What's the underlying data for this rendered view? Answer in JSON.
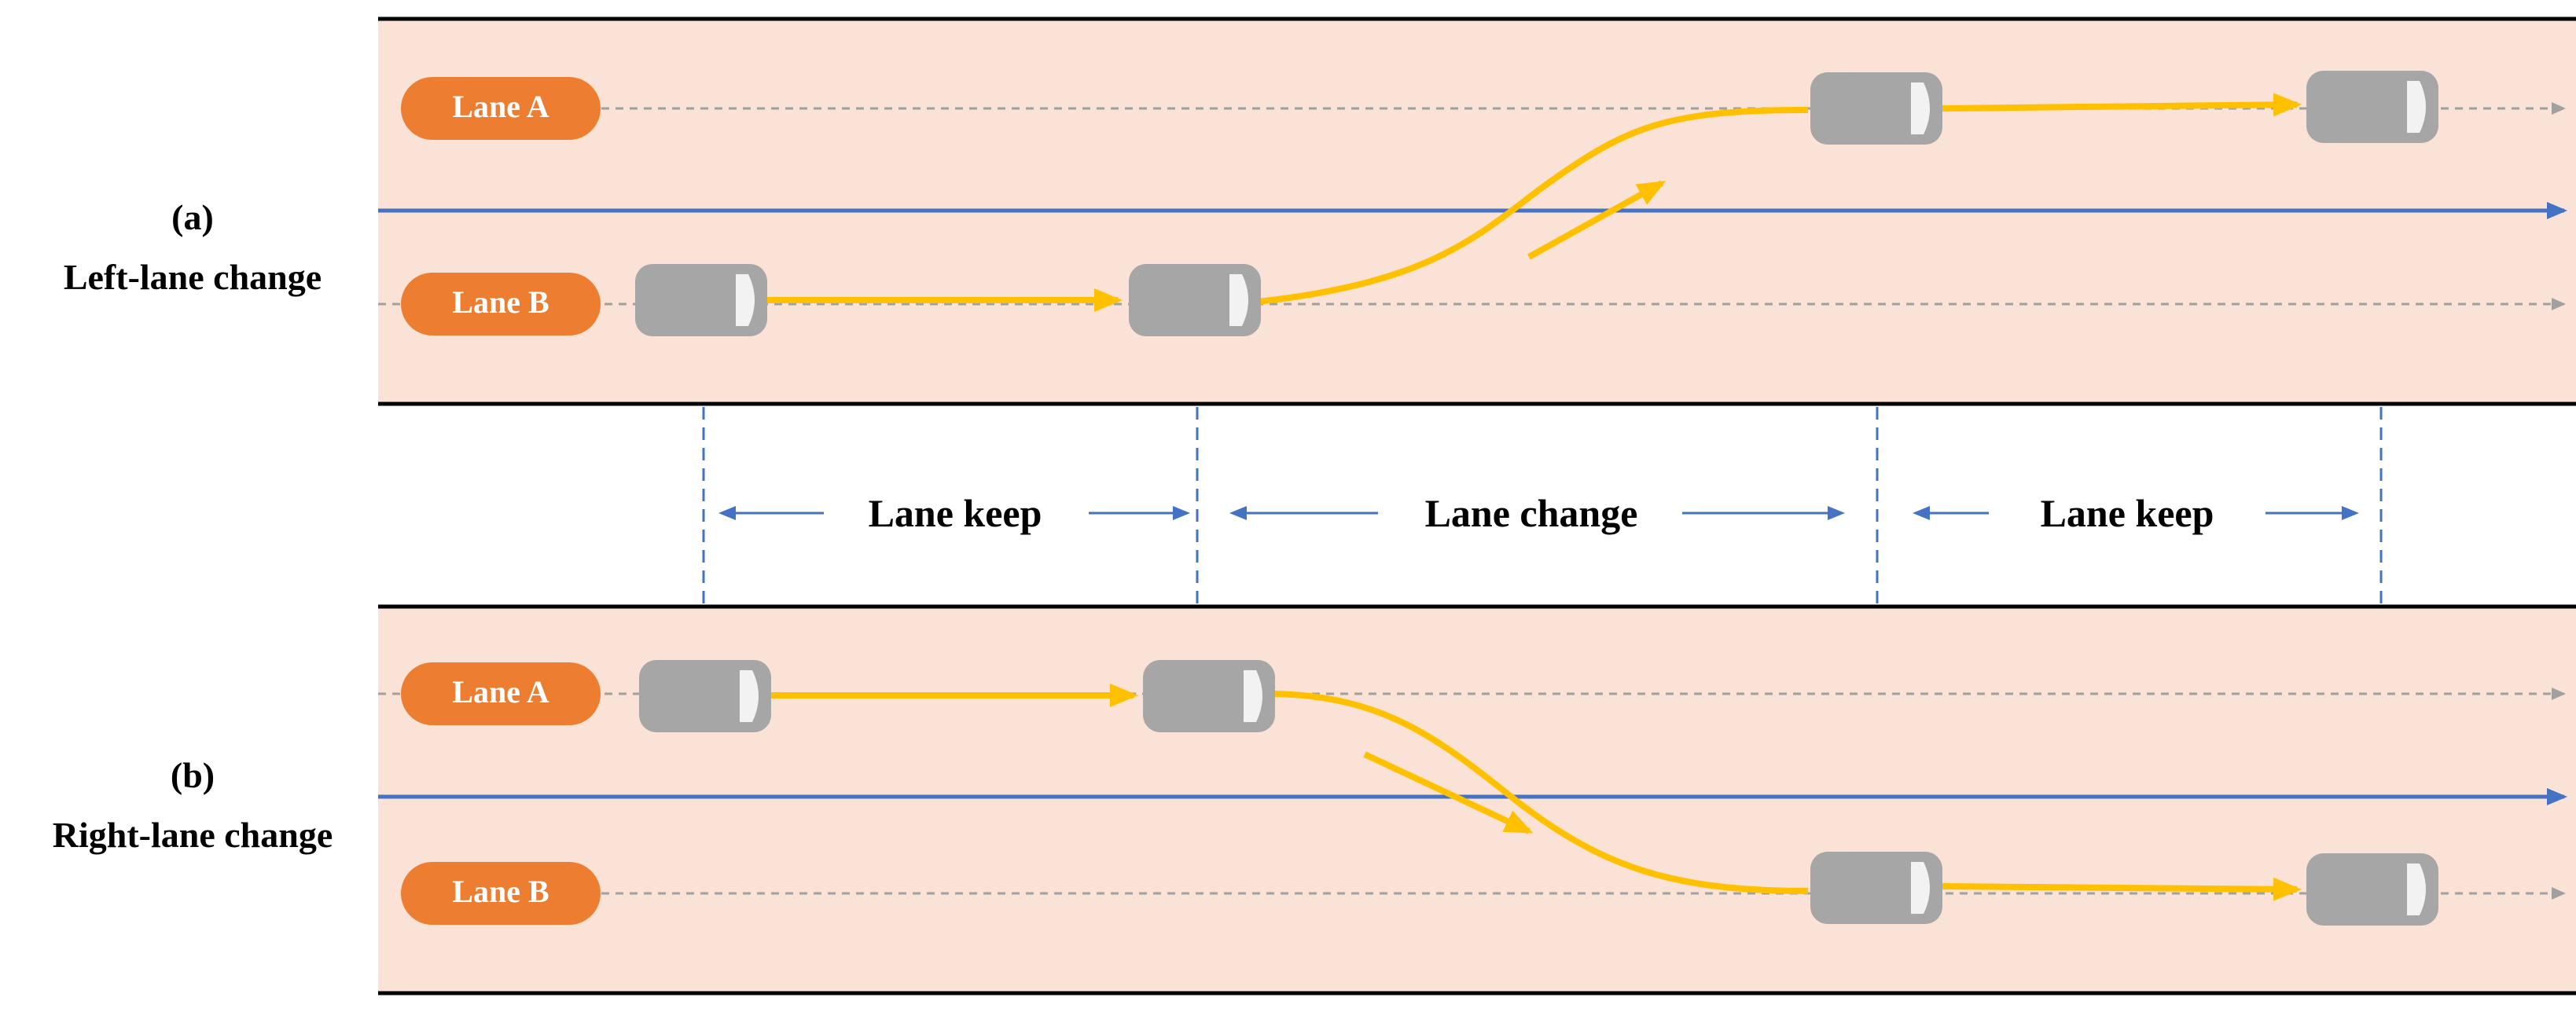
{
  "panels": [
    {
      "id": "a",
      "label_letter": "(a)",
      "label_title": "Left-lane change",
      "lane_top_label": "Lane A",
      "lane_bottom_label": "Lane B"
    },
    {
      "id": "b",
      "label_letter": "(b)",
      "label_title": "Right-lane change",
      "lane_top_label": "Lane A",
      "lane_bottom_label": "Lane B"
    }
  ],
  "phases": [
    "Lane keep",
    "Lane change",
    "Lane keep"
  ],
  "colors": {
    "road_fill": "#FAE3D6",
    "lane_label_fill": "#ED7D31",
    "trajectory": "#FFC000",
    "divider": "#4472C4",
    "vehicle_body": "#A6A6A6",
    "vehicle_window": "#F2F2F2",
    "guide_line": "#A0A0A0",
    "border": "#000000"
  }
}
